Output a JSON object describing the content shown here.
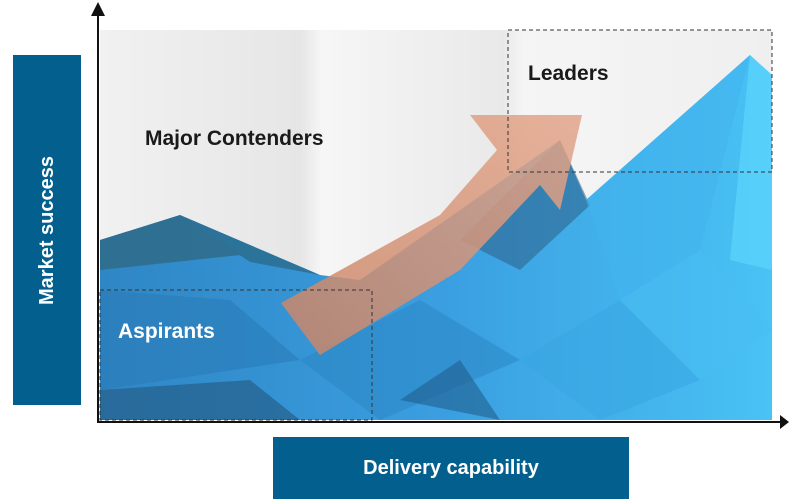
{
  "axes": {
    "y_label": "Market success",
    "x_label": "Delivery capability"
  },
  "quadrants": {
    "aspirants": "Aspirants",
    "major_contenders": "Major Contenders",
    "leaders": "Leaders"
  },
  "colors": {
    "axis_box": "#03608e",
    "mountain_blue": "#3aa3e3",
    "mountain_light": "#4fc3f7",
    "mountain_dark": "#2d6f8a",
    "arrow": "#d08a6a"
  },
  "icons": {
    "trend_arrow": "up-right-arrow-icon"
  }
}
